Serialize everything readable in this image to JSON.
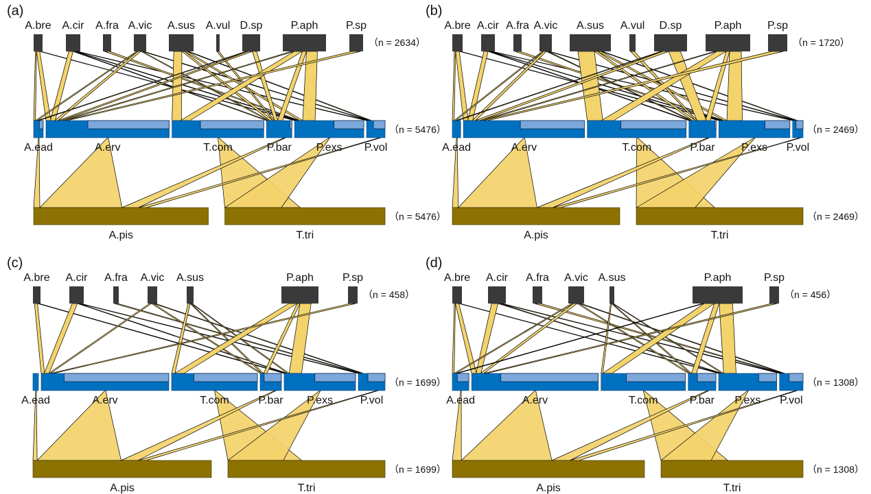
{
  "figure": {
    "type": "tripartite-network",
    "colors": {
      "top_node": "#3a3a3a",
      "mid_node": "#0070c0",
      "mid_node_inset": "#7ba7db",
      "bottom_node": "#8c7200",
      "link_fill": "#f3d36b",
      "link_stroke": "#000000"
    },
    "panels": [
      {
        "id": "a",
        "label": "(a)",
        "top": {
          "n_label": "（n = 2634）",
          "nodes": [
            {
              "name": "A.bre",
              "size": 13
            },
            {
              "name": "A.cir",
              "size": 21
            },
            {
              "name": "A.fra",
              "size": 12
            },
            {
              "name": "A.vic",
              "size": 18
            },
            {
              "name": "A.sus",
              "size": 36
            },
            {
              "name": "A.vul",
              "size": 5
            },
            {
              "name": "D.sp",
              "size": 26
            },
            {
              "name": "P.aph",
              "size": 63
            },
            {
              "name": "P.sp",
              "size": 20
            }
          ]
        },
        "middle": {
          "n_label": "（n = 5476）",
          "nodes": [
            {
              "name": "A.ead",
              "size": 14,
              "inset": 0.4
            },
            {
              "name": "A.erv",
              "size": 180,
              "inset": 0.66
            },
            {
              "name": "T.com",
              "size": 134,
              "inset": 0.69
            },
            {
              "name": "P.bar",
              "size": 37,
              "inset": 0.08
            },
            {
              "name": "P.exs",
              "size": 101,
              "inset": 0.43
            },
            {
              "name": "P.vol",
              "size": 27,
              "inset": 0.63
            }
          ]
        },
        "bottom": {
          "n_label": "（n = 5476）",
          "nodes": [
            {
              "name": "A.pis",
              "size": 254
            },
            {
              "name": "T.tri",
              "size": 233
            }
          ]
        },
        "upper_links": [
          [
            "A.bre",
            "A.ead",
            1
          ],
          [
            "A.bre",
            "A.erv",
            3
          ],
          [
            "A.bre",
            "P.exs",
            1
          ],
          [
            "A.cir",
            "A.erv",
            3
          ],
          [
            "A.cir",
            "P.bar",
            1
          ],
          [
            "A.cir",
            "P.exs",
            1
          ],
          [
            "A.cir",
            "P.vol",
            1
          ],
          [
            "A.fra",
            "P.exs",
            1
          ],
          [
            "A.vic",
            "A.ead",
            1
          ],
          [
            "A.vic",
            "A.erv",
            2
          ],
          [
            "A.vic",
            "P.bar",
            1
          ],
          [
            "A.vic",
            "P.vol",
            1
          ],
          [
            "A.sus",
            "T.com",
            6
          ],
          [
            "A.sus",
            "P.bar",
            2
          ],
          [
            "A.sus",
            "P.exs",
            2
          ],
          [
            "A.sus",
            "P.vol",
            1
          ],
          [
            "A.vul",
            "P.bar",
            1
          ],
          [
            "D.sp",
            "A.ead",
            1
          ],
          [
            "D.sp",
            "A.erv",
            2
          ],
          [
            "D.sp",
            "P.bar",
            2
          ],
          [
            "P.aph",
            "A.erv",
            2
          ],
          [
            "P.aph",
            "T.com",
            6
          ],
          [
            "P.aph",
            "P.bar",
            3
          ],
          [
            "P.aph",
            "P.exs",
            8
          ],
          [
            "P.sp",
            "A.erv",
            2
          ]
        ],
        "lower_links": [
          [
            "A.ead",
            "A.pis",
            3
          ],
          [
            "A.erv",
            "A.pis",
            40
          ],
          [
            "T.com",
            "T.tri",
            40
          ],
          [
            "P.bar",
            "A.pis",
            8
          ],
          [
            "P.exs",
            "T.tri",
            30
          ],
          [
            "P.vol",
            "A.pis",
            4
          ]
        ]
      },
      {
        "id": "b",
        "label": "(b)",
        "top": {
          "n_label": "（n = 1720）",
          "nodes": [
            {
              "name": "A.bre",
              "size": 15
            },
            {
              "name": "A.cir",
              "size": 20
            },
            {
              "name": "A.fra",
              "size": 12
            },
            {
              "name": "A.vic",
              "size": 18
            },
            {
              "name": "A.sus",
              "size": 60
            },
            {
              "name": "A.vul",
              "size": 9
            },
            {
              "name": "D.sp",
              "size": 48
            },
            {
              "name": "P.aph",
              "size": 65
            },
            {
              "name": "P.sp",
              "size": 28
            }
          ]
        },
        "middle": {
          "n_label": "（n = 2469）",
          "nodes": [
            {
              "name": "A.ead",
              "size": 12,
              "inset": 0
            },
            {
              "name": "A.erv",
              "size": 174,
              "inset": 0.53
            },
            {
              "name": "T.com",
              "size": 142,
              "inset": 0.66
            },
            {
              "name": "P.bar",
              "size": 39,
              "inset": 0.05
            },
            {
              "name": "P.exs",
              "size": 102,
              "inset": 0.35
            },
            {
              "name": "P.vol",
              "size": 15,
              "inset": 0.67
            }
          ]
        },
        "bottom": {
          "n_label": "（n = 2469）",
          "nodes": [
            {
              "name": "A.pis",
              "size": 244
            },
            {
              "name": "T.tri",
              "size": 243
            }
          ]
        },
        "upper_links": [
          [
            "A.bre",
            "A.ead",
            1
          ],
          [
            "A.bre",
            "A.erv",
            3
          ],
          [
            "A.bre",
            "P.exs",
            1
          ],
          [
            "A.cir",
            "A.erv",
            3
          ],
          [
            "A.cir",
            "P.bar",
            1
          ],
          [
            "A.cir",
            "P.exs",
            1
          ],
          [
            "A.cir",
            "P.vol",
            1
          ],
          [
            "A.fra",
            "P.exs",
            1
          ],
          [
            "A.vic",
            "A.ead",
            1
          ],
          [
            "A.vic",
            "A.erv",
            2
          ],
          [
            "A.vic",
            "P.bar",
            1
          ],
          [
            "A.vic",
            "P.vol",
            1
          ],
          [
            "A.sus",
            "T.com",
            10
          ],
          [
            "A.sus",
            "P.bar",
            2
          ],
          [
            "A.sus",
            "P.exs",
            2
          ],
          [
            "A.sus",
            "P.vol",
            1
          ],
          [
            "A.vul",
            "P.bar",
            1
          ],
          [
            "D.sp",
            "A.ead",
            1
          ],
          [
            "D.sp",
            "A.erv",
            3
          ],
          [
            "D.sp",
            "P.bar",
            6
          ],
          [
            "P.aph",
            "A.erv",
            2
          ],
          [
            "P.aph",
            "T.com",
            8
          ],
          [
            "P.aph",
            "P.bar",
            3
          ],
          [
            "P.aph",
            "P.exs",
            10
          ],
          [
            "P.sp",
            "A.erv",
            3
          ]
        ],
        "lower_links": [
          [
            "A.ead",
            "A.pis",
            3
          ],
          [
            "A.erv",
            "A.pis",
            40
          ],
          [
            "T.com",
            "T.tri",
            40
          ],
          [
            "P.bar",
            "A.pis",
            8
          ],
          [
            "P.exs",
            "T.tri",
            30
          ],
          [
            "P.vol",
            "A.pis",
            4
          ]
        ]
      },
      {
        "id": "c",
        "label": "(c)",
        "top": {
          "n_label": "（n = 458）",
          "nodes": [
            {
              "name": "A.bre",
              "size": 11
            },
            {
              "name": "A.cir",
              "size": 21
            },
            {
              "name": "A.fra",
              "size": 8
            },
            {
              "name": "A.vic",
              "size": 14
            },
            {
              "name": "A.sus",
              "size": 10
            },
            {
              "name": "P.aph",
              "size": 54
            },
            {
              "name": "P.sp",
              "size": 14
            }
          ]
        },
        "middle": {
          "n_label": "（n = 1699）",
          "nodes": [
            {
              "name": "A.ead",
              "size": 8,
              "inset": 0
            },
            {
              "name": "A.erv",
              "size": 186,
              "inset": 0.82
            },
            {
              "name": "T.com",
              "size": 125,
              "inset": 0.74
            },
            {
              "name": "P.bar",
              "size": 31,
              "inset": 0.81
            },
            {
              "name": "P.exs",
              "size": 104,
              "inset": 0.57
            },
            {
              "name": "P.vol",
              "size": 39,
              "inset": 0.64
            }
          ]
        },
        "bottom": {
          "n_label": "（n = 1699）",
          "nodes": [
            {
              "name": "A.pis",
              "size": 260
            },
            {
              "name": "T.tri",
              "size": 229
            }
          ]
        },
        "upper_links": [
          [
            "A.bre",
            "A.erv",
            2
          ],
          [
            "A.bre",
            "P.exs",
            1
          ],
          [
            "A.cir",
            "A.erv",
            3
          ],
          [
            "A.cir",
            "P.exs",
            1
          ],
          [
            "A.cir",
            "P.vol",
            1
          ],
          [
            "A.fra",
            "P.vol",
            1
          ],
          [
            "A.vic",
            "A.erv",
            1
          ],
          [
            "A.vic",
            "P.bar",
            1
          ],
          [
            "A.vic",
            "P.vol",
            1
          ],
          [
            "A.sus",
            "T.com",
            2
          ],
          [
            "A.sus",
            "P.bar",
            1
          ],
          [
            "A.sus",
            "P.exs",
            1
          ],
          [
            "P.aph",
            "T.com",
            6
          ],
          [
            "P.aph",
            "P.bar",
            2
          ],
          [
            "P.aph",
            "P.exs",
            8
          ],
          [
            "P.sp",
            "A.erv",
            2
          ]
        ],
        "lower_links": [
          [
            "A.ead",
            "A.pis",
            2
          ],
          [
            "A.erv",
            "A.pis",
            40
          ],
          [
            "T.com",
            "T.tri",
            40
          ],
          [
            "P.bar",
            "A.pis",
            8
          ],
          [
            "P.exs",
            "T.tri",
            30
          ],
          [
            "P.vol",
            "A.pis",
            4
          ]
        ]
      },
      {
        "id": "d",
        "label": "(d)",
        "top": {
          "n_label": "（n = 456）",
          "nodes": [
            {
              "name": "A.bre",
              "size": 14
            },
            {
              "name": "A.cir",
              "size": 26
            },
            {
              "name": "A.fra",
              "size": 14
            },
            {
              "name": "A.vic",
              "size": 23
            },
            {
              "name": "A.sus",
              "size": 7
            },
            {
              "name": "P.aph",
              "size": 73
            },
            {
              "name": "P.sp",
              "size": 14
            }
          ]
        },
        "middle": {
          "n_label": "（n = 1308）",
          "nodes": [
            {
              "name": "A.ead",
              "size": 24,
              "inset": 0.7
            },
            {
              "name": "A.erv",
              "size": 183,
              "inset": 0.77
            },
            {
              "name": "T.com",
              "size": 122,
              "inset": 0.7
            },
            {
              "name": "P.bar",
              "size": 40,
              "inset": 0.67
            },
            {
              "name": "P.exs",
              "size": 84,
              "inset": 0.31
            },
            {
              "name": "P.vol",
              "size": 34,
              "inset": 0.59
            }
          ]
        },
        "bottom": {
          "n_label": "（n = 1308）",
          "nodes": [
            {
              "name": "A.pis",
              "size": 280
            },
            {
              "name": "T.tri",
              "size": 207
            }
          ]
        },
        "upper_links": [
          [
            "A.bre",
            "A.ead",
            1
          ],
          [
            "A.bre",
            "A.erv",
            3
          ],
          [
            "A.bre",
            "P.exs",
            1
          ],
          [
            "A.cir",
            "A.erv",
            3
          ],
          [
            "A.cir",
            "P.exs",
            1
          ],
          [
            "A.cir",
            "P.vol",
            1
          ],
          [
            "A.fra",
            "P.vol",
            1
          ],
          [
            "A.vic",
            "A.ead",
            1
          ],
          [
            "A.vic",
            "A.erv",
            2
          ],
          [
            "A.vic",
            "P.bar",
            1
          ],
          [
            "A.vic",
            "P.vol",
            1
          ],
          [
            "A.sus",
            "T.com",
            1
          ],
          [
            "A.sus",
            "P.bar",
            1
          ],
          [
            "A.sus",
            "P.exs",
            1
          ],
          [
            "P.aph",
            "A.ead",
            1
          ],
          [
            "P.aph",
            "T.com",
            6
          ],
          [
            "P.aph",
            "P.bar",
            3
          ],
          [
            "P.aph",
            "P.exs",
            8
          ],
          [
            "P.sp",
            "A.erv",
            2
          ]
        ],
        "lower_links": [
          [
            "A.ead",
            "A.pis",
            4
          ],
          [
            "A.erv",
            "A.pis",
            40
          ],
          [
            "T.com",
            "T.tri",
            40
          ],
          [
            "P.bar",
            "A.pis",
            8
          ],
          [
            "P.exs",
            "T.tri",
            30
          ],
          [
            "P.vol",
            "A.pis",
            4
          ]
        ]
      }
    ]
  }
}
